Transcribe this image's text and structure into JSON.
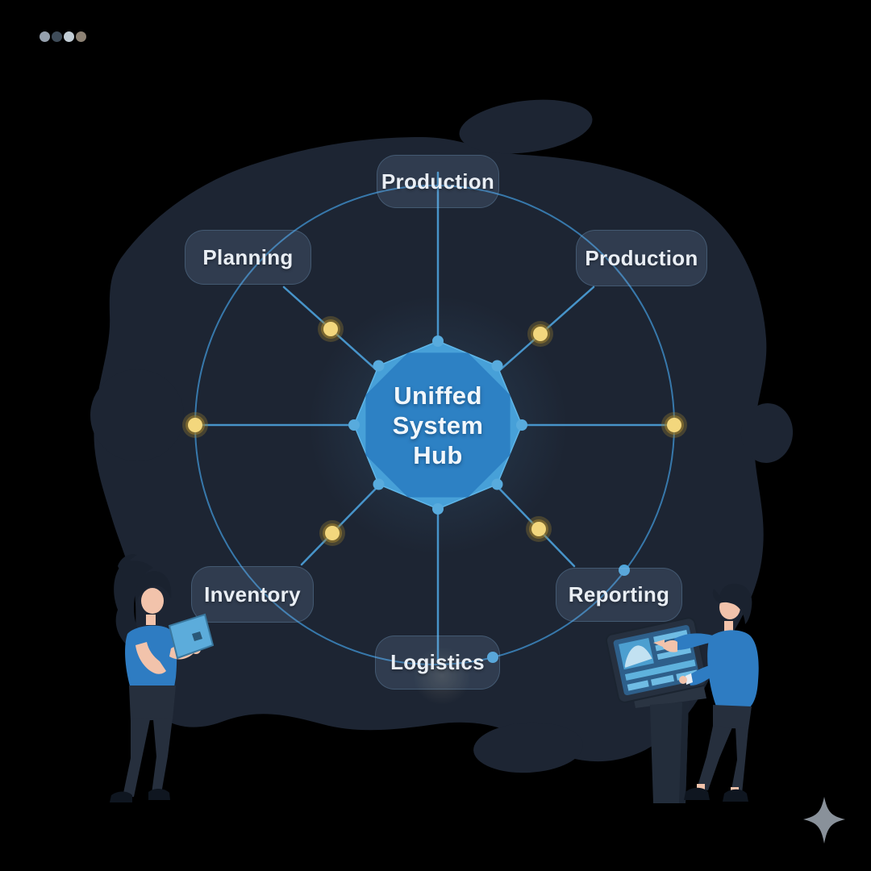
{
  "hub": {
    "title_lines": [
      "Uniffed",
      "System",
      "Hub"
    ]
  },
  "nodes": [
    {
      "id": "top",
      "label": "Production"
    },
    {
      "id": "top-left",
      "label": "Planning"
    },
    {
      "id": "top-right",
      "label": "Production"
    },
    {
      "id": "bottom-left",
      "label": "Inventory"
    },
    {
      "id": "bottom-right",
      "label": "Reporting"
    },
    {
      "id": "bottom",
      "label": "Logistics"
    }
  ],
  "decorations": {
    "corner_dots": [
      "#95a0ad",
      "#3f4c59",
      "#c2cdd6",
      "#8d8274"
    ],
    "sparkle_icon": "four-point-star"
  },
  "illustrations": {
    "left_figure": "woman-holding-tablet",
    "right_figure": "man-at-kiosk-touchscreen"
  },
  "colors": {
    "background": "#000000",
    "blob": "#1d2533",
    "line": "#4a9ad2",
    "circle_line": "#3b82b8",
    "node_core": "#f3d77d",
    "node_glow": "#a3832f",
    "vertex_node": "#4fa5da",
    "hub_outer": "#47a0d8",
    "hub_inner": "#2d81c4",
    "hub_text": "#f2f7fb",
    "label_bg": "rgba(140,180,220,0.17)",
    "label_border": "rgba(140,190,235,0.22)",
    "label_text": "#e9eef4",
    "skin": "#f2c3ab",
    "shirt": "#2e7cc2",
    "pants": "#262f3d",
    "hair": "#1a222f",
    "kiosk_frame": "#26303f",
    "kiosk_screen": "#2e5f8a",
    "kiosk_panel": "#55a9d6",
    "sparkle": "#98a1ab"
  }
}
